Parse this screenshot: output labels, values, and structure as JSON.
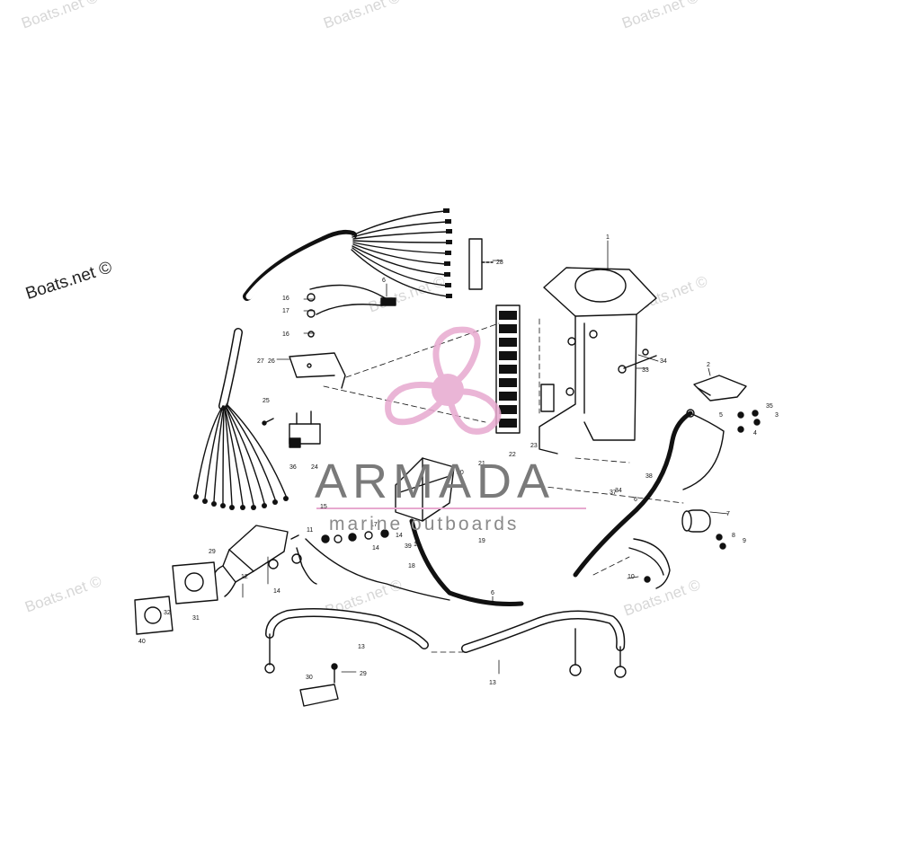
{
  "watermark": "Boats.net ©",
  "credit": "Boats.net ©",
  "brand": {
    "name": "ARMADA",
    "tagline": "marine outboards",
    "accent_color": "#e7a9cf",
    "logo": "propeller-logo"
  },
  "callouts": [
    "1",
    "2",
    "3",
    "4",
    "5",
    "6",
    "6",
    "6",
    "7",
    "8",
    "9",
    "10",
    "11",
    "12",
    "13",
    "13",
    "14",
    "14",
    "14",
    "15",
    "15",
    "16",
    "16",
    "17",
    "17",
    "18",
    "19",
    "20",
    "21",
    "22",
    "23",
    "24",
    "25",
    "26",
    "27",
    "28",
    "29",
    "29",
    "30",
    "31",
    "32",
    "33",
    "34",
    "34",
    "35",
    "36",
    "37",
    "38",
    "39",
    "40"
  ]
}
